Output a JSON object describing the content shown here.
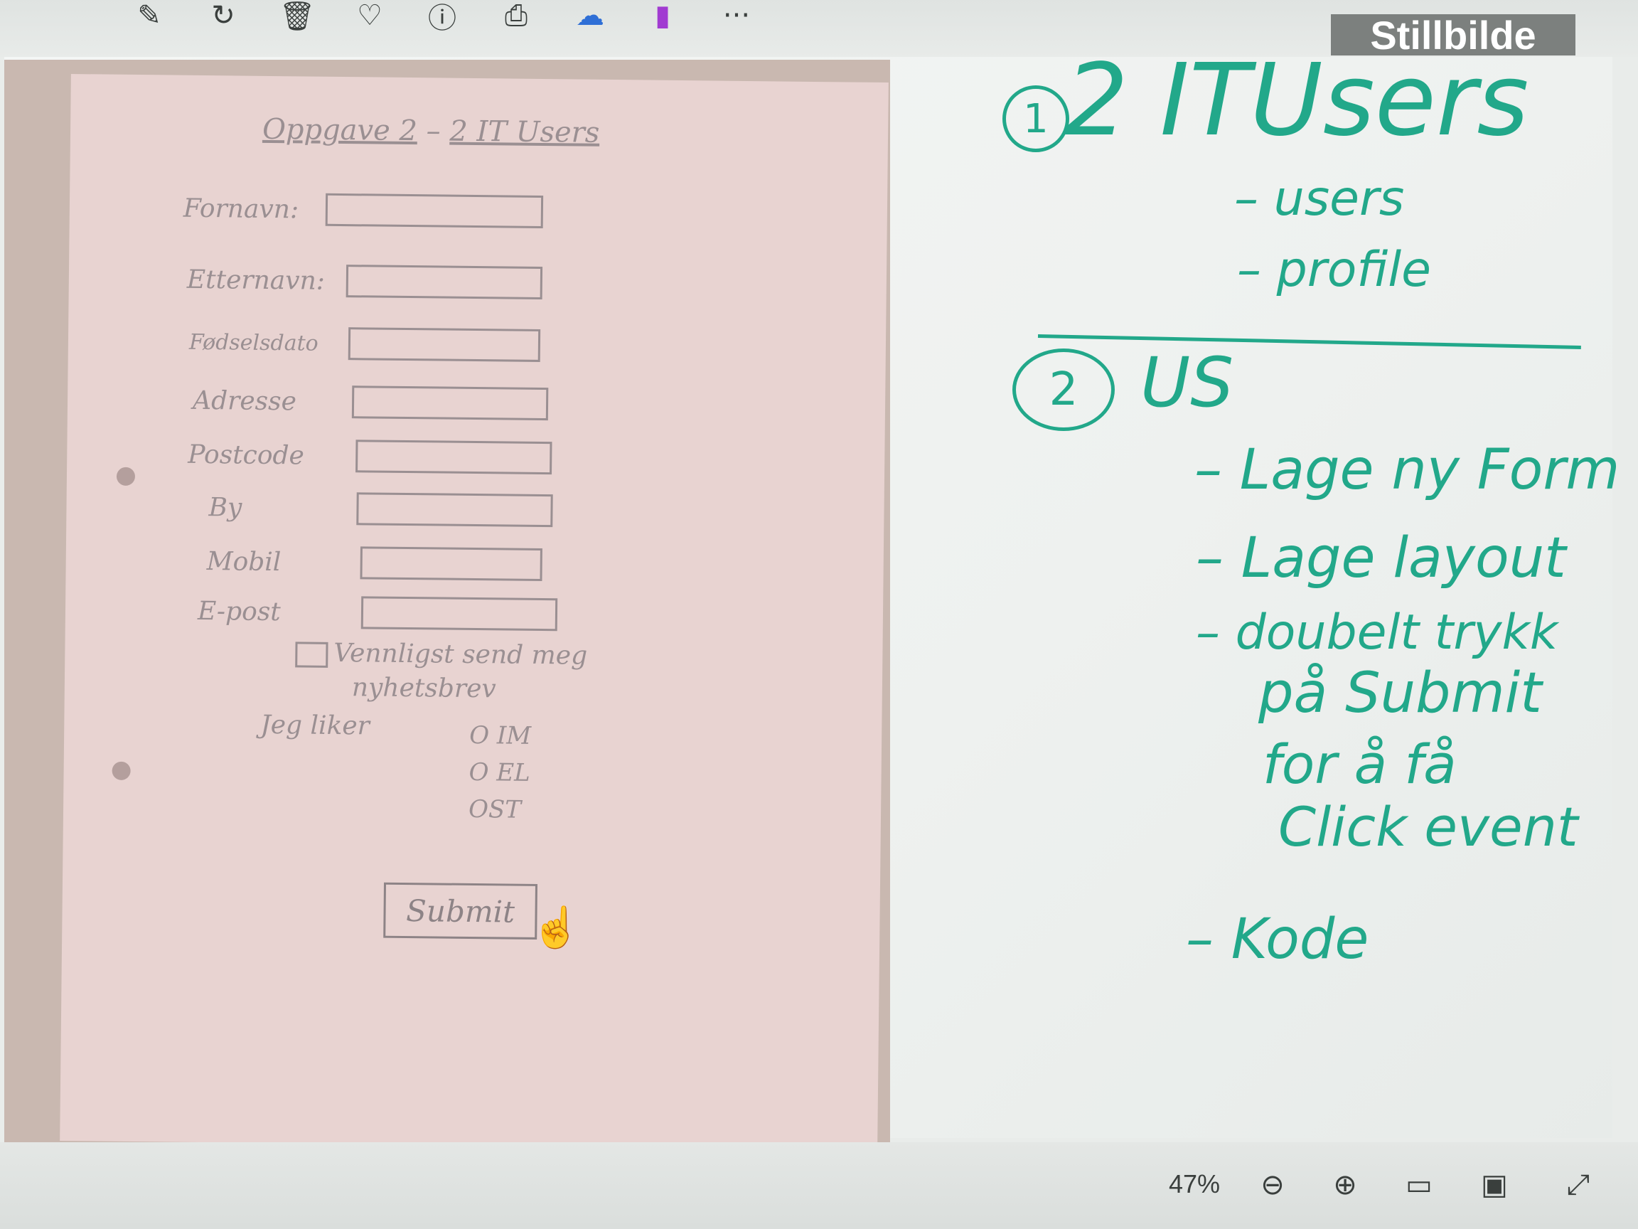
{
  "toolbar": {
    "icons": [
      "edit-icon",
      "rotate-icon",
      "trash-icon",
      "heart-icon",
      "info-icon",
      "print-icon",
      "cloud-icon",
      "clipchamp-icon",
      "more-icon"
    ],
    "more_label": "···"
  },
  "badge": "Stillbilde",
  "photo": {
    "title_left": "Oppgave 2",
    "title_dash": "–",
    "title_right": "2 IT Users",
    "fields": [
      "Fornavn:",
      "Etternavn:",
      "Fødselsdato",
      "Adresse",
      "Postcode",
      "By",
      "Mobil",
      "E-post"
    ],
    "checkbox_label": "Vennligst send meg",
    "checkbox_label2": "nyhetsbrev",
    "likes_label": "Jeg liker",
    "likes_options": [
      "O IM",
      "O EL",
      "OST"
    ],
    "submit": "Submit"
  },
  "whiteboard": {
    "item1_num": "1",
    "item1_title": "2 ITUsers",
    "sub1": "– users",
    "sub2": "– profile",
    "item2_num": "2",
    "item2_title": "US",
    "tasks": [
      "– Lage ny Form",
      "– Lage layout",
      "– doubelt trykk",
      "på Submit",
      "for å få",
      "Click event",
      "– Kode"
    ]
  },
  "bottombar": {
    "zoom": "47%",
    "icons": [
      "zoom-out-icon",
      "zoom-in-icon",
      "fit-icon",
      "actual-size-icon",
      "fullscreen-icon"
    ]
  }
}
